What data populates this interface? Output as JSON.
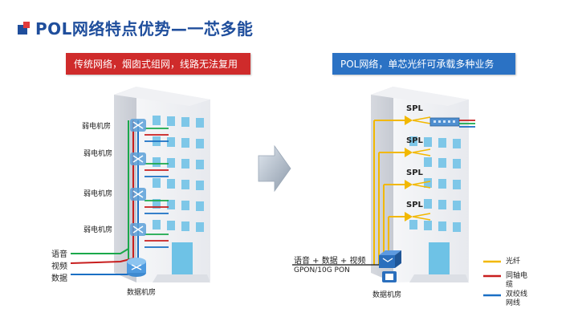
{
  "title": "POL网络特点优势—一芯多能",
  "left": {
    "caption": "传统网络，烟囱式组网，线路无法复用",
    "floors": [
      "弱电机房",
      "弱电机房",
      "弱电机房",
      "弱电机房"
    ],
    "sources": [
      "语音",
      "视频",
      "数据"
    ],
    "room": "数据机房"
  },
  "right": {
    "caption": "POL网络，单芯光纤可承载多种业务",
    "spl_labels": [
      "SPL",
      "SPL",
      "SPL",
      "SPL"
    ],
    "service_text": "语音 + 数据 + 视频",
    "gpon_text": "GPON/10G PON",
    "room": "数据机房"
  },
  "legend": [
    {
      "label": "光纤",
      "color": "#f2b800"
    },
    {
      "label": "同轴电缆",
      "color": "#c81e1e"
    },
    {
      "label": "双绞线网线",
      "color": "#1a6fc4"
    }
  ],
  "colors": {
    "green": "#1aa84b",
    "red": "#c81e1e",
    "blue": "#1a6fc4",
    "yellow": "#f2b800"
  }
}
